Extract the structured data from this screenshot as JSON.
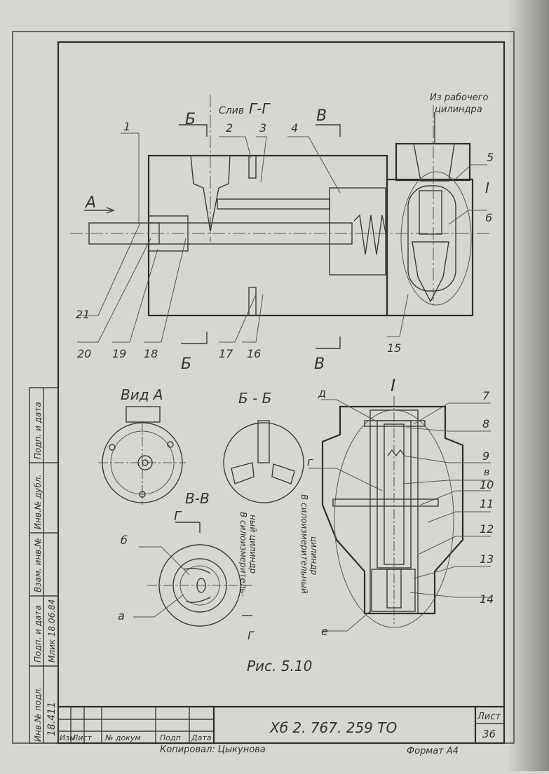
{
  "drawing": {
    "caption": "Рис. 5.10",
    "section_gg": "Г-Г",
    "drain_label": "Слив",
    "from_cylinder_line1": "Из рабочего",
    "from_cylinder_line2": "цилиндра",
    "view_a_title": "Вид А",
    "section_bb_title": "Б - Б",
    "section_vv_title": "В-В",
    "detail_title": "I",
    "arrow_a": "А",
    "cut_b": "Б",
    "cut_v": "В",
    "cut_g": "Г",
    "to_cylinder_1_line1": "В силоизмеритель-",
    "to_cylinder_1_line2": "ный цилиндр",
    "to_cylinder_2_line1": "В силоизмерительный",
    "to_cylinder_2_line2": "цилиндр",
    "callouts": {
      "n1": "1",
      "n2": "2",
      "n3": "3",
      "n4": "4",
      "n5": "5",
      "n6": "6",
      "n7": "7",
      "n8": "8",
      "n9": "9",
      "n10": "10",
      "n11": "11",
      "n12": "12",
      "n13": "13",
      "n14": "14",
      "n15": "15",
      "n16": "16",
      "n17": "17",
      "n18": "18",
      "n19": "19",
      "n20": "20",
      "n21": "21",
      "detail_ref": "I",
      "letter_d": "д",
      "letter_g": "г",
      "letter_v": "в",
      "letter_e": "е",
      "letter_a": "а",
      "letter_b": "б"
    }
  },
  "side_stamp": {
    "inv_podl": "Инв.№ подл.",
    "podp_data1": "Подп. и дата",
    "vzam_inv": "Взам. инв.№",
    "inv_dubl": "Инв.№ дубл.",
    "podp_data2": "Подп. и дата",
    "inv_value": "18.411",
    "sign_value": "Млик 18.06.84"
  },
  "title_block": {
    "designation": "Хб 2. 767. 259  ТО",
    "sheet_label": "Лист",
    "sheet_number": "36",
    "col_izm": "Изм",
    "col_list": "Лист",
    "col_doc": "№ докум",
    "col_podp": "Подп",
    "col_data": "Дата"
  },
  "footer": {
    "copied_by": "Копировал: Цыкунова",
    "format": "Формат А4"
  }
}
